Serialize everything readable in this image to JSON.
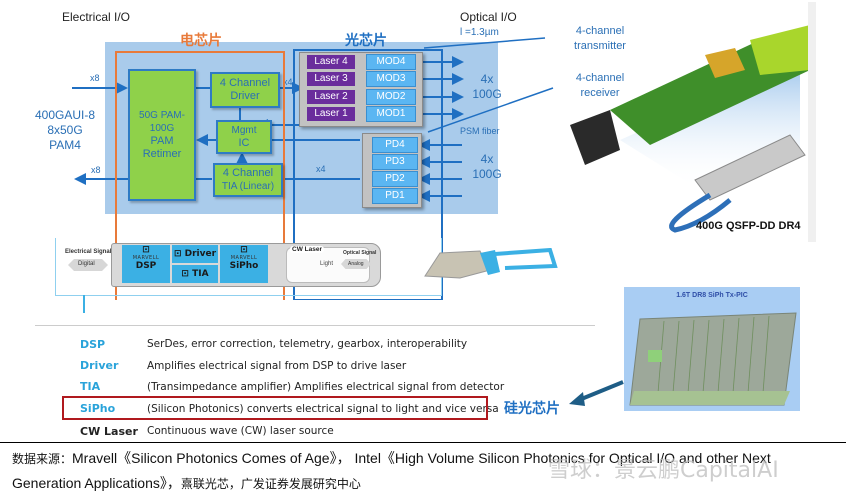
{
  "top_diagram": {
    "electrical_io_label": "Electrical I/O",
    "optical_io_label": "Optical I/O",
    "wavelength_label": "l =1.3µm",
    "electrical_chip_label": "电芯片",
    "optical_chip_label": "光芯片",
    "host_interface": [
      "400GAUI-8",
      "8x50G",
      "PAM4"
    ],
    "lane_labels": {
      "tx_in": "x8",
      "rx_out": "x8",
      "driver_out": "x4",
      "tia_in": "x4"
    },
    "retimer_label": [
      "50G PAM-100G",
      "PAM",
      "Retimer"
    ],
    "driver_label": [
      "4 Channel",
      "Driver"
    ],
    "mgmt_label": [
      "Mgmt",
      "IC"
    ],
    "tia_label": [
      "4 Channel",
      "TIA (Linear)"
    ],
    "lasers": [
      "Laser 4",
      "Laser 3",
      "Laser 2",
      "Laser 1"
    ],
    "modulators": [
      "MOD4",
      "MOD3",
      "MOD2",
      "MOD1"
    ],
    "photodiodes": [
      "PD4",
      "PD3",
      "PD2",
      "PD1"
    ],
    "tx_rate": [
      "4x",
      "100G"
    ],
    "rx_rate": [
      "4x",
      "100G"
    ],
    "fiber_label": "PSM fiber"
  },
  "photo": {
    "transmitter_label": [
      "4-channel",
      "transmitter"
    ],
    "receiver_label": [
      "4-channel",
      "receiver"
    ],
    "product_label": "400G QSFP-DD DR4"
  },
  "module_strip": {
    "electrical_signal_label": "Electrical Signal",
    "digital_label": "Digital",
    "dsp_brand": "MARVELL",
    "dsp_label": "DSP",
    "driver_label": "Driver",
    "tia_label": "TIA",
    "sipho_brand": "MARVELL",
    "sipho_label": "SiPho",
    "cw_laser_label": "CW Laser",
    "light_label": "Light",
    "optical_signal_label": "Optical Signal",
    "analog_label": "Analog"
  },
  "glossary": [
    {
      "term": "DSP",
      "description": "SerDes, error correction, telemetry, gearbox, interoperability",
      "term_color": "#29a3da"
    },
    {
      "term": "Driver",
      "description": "Amplifies electrical signal from DSP to drive laser",
      "term_color": "#29a3da"
    },
    {
      "term": "TIA",
      "description": "(Transimpedance amplifier) Amplifies electrical signal from detector",
      "term_color": "#29a3da"
    },
    {
      "term": "SiPho",
      "description": "(Silicon Photonics) converts electrical signal to light and vice versa",
      "term_color": "#29a3da",
      "highlighted": true
    },
    {
      "term": "CW Laser",
      "description": "Continuous wave (CW) laser source",
      "term_color": "#222222"
    }
  ],
  "callouts": {
    "silicon_photonics_chip": "硅光芯片",
    "pic_title": "1.6T DR8 SiPh Tx-PIC"
  },
  "footer": {
    "source_prefix": "数据来源：",
    "line1": "Mravell《Silicon Photonics Comes of Age》， Intel《High Volume Silicon Photonics for Optical I/O and other Next",
    "line2_en": "Generation Applications》，",
    "line2_cjk": "熹联光芯，广发证券发展研究中心",
    "watermark": "雪球：景云鹏CapitalAI"
  },
  "colors": {
    "electrical_box": "#e87a3a",
    "optical_box": "#1f6fc2",
    "highlight_box": "#b0191e",
    "chip_text": "#1f6fc2"
  }
}
